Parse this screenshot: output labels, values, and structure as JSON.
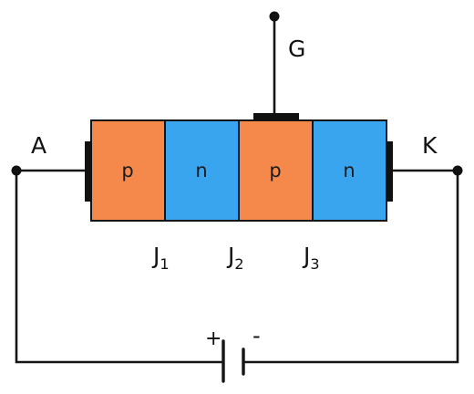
{
  "diagram": {
    "terminals": {
      "anode": "A",
      "cathode": "K",
      "gate": "G"
    },
    "layers": [
      {
        "label": "p",
        "color": "#f4894b"
      },
      {
        "label": "n",
        "color": "#3aa5ef"
      },
      {
        "label": "p",
        "color": "#f4894b"
      },
      {
        "label": "n",
        "color": "#3aa5ef"
      }
    ],
    "junctions": [
      {
        "letter": "J",
        "index": "1"
      },
      {
        "letter": "J",
        "index": "2"
      },
      {
        "letter": "J",
        "index": "3"
      }
    ],
    "battery": {
      "positive": "+",
      "negative": "-"
    }
  }
}
